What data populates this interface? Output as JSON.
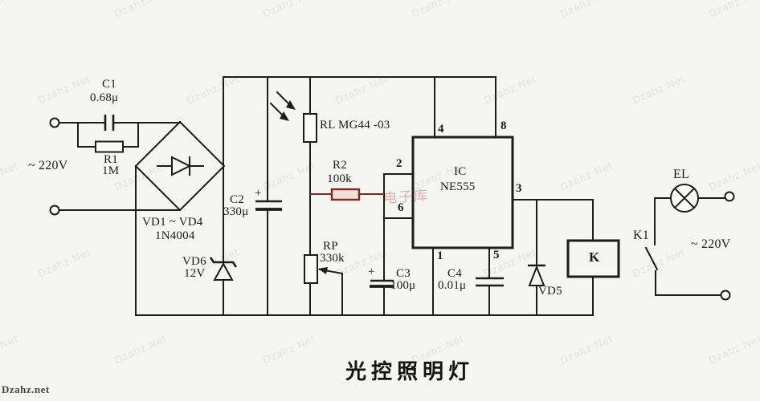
{
  "title": "光控照明灯",
  "watermark": {
    "site": "Dzahz.net",
    "tile": "Dzahz.Net",
    "red_stamp": "电子库"
  },
  "power": {
    "ac_left": "~ 220V",
    "ac_right": "~ 220V"
  },
  "components": {
    "c1": {
      "name": "C1",
      "value": "0.68μ"
    },
    "r1": {
      "name": "R1",
      "value": "1M"
    },
    "bridge": {
      "name": "VD1 ~ VD4",
      "value": "1N4004"
    },
    "vd6": {
      "name": "VD6",
      "value": "12V"
    },
    "c2": {
      "name": "C2",
      "value": "330μ",
      "polarity": "+"
    },
    "rl": {
      "label": "RL MG44 -03"
    },
    "r2": {
      "name": "R2",
      "value": "100k"
    },
    "rp": {
      "name": "RP",
      "value": "330k"
    },
    "c3": {
      "name": "C3",
      "value": "100μ",
      "polarity": "+"
    },
    "c4": {
      "name": "C4",
      "value": "0.01μ"
    },
    "ic": {
      "name": "IC",
      "value": "NE555"
    },
    "vd5": {
      "name": "VD5"
    },
    "relay": {
      "name": "K"
    },
    "k1": {
      "name": "K1"
    },
    "el": {
      "name": "EL"
    }
  },
  "ic_pins": {
    "p1": "1",
    "p2": "2",
    "p3": "3",
    "p4": "4",
    "p5": "5",
    "p6": "6",
    "p8": "8"
  },
  "colors": {
    "line": "#1c1c1c",
    "highlight": "#7d2a24",
    "paper": "#f5f5f2"
  }
}
